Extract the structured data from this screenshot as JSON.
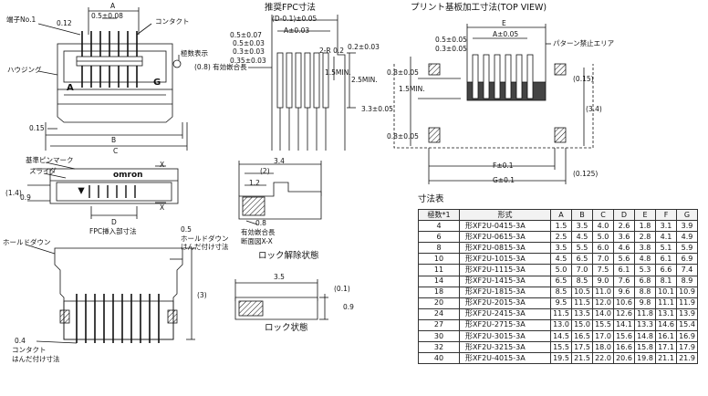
{
  "titles": {
    "fpc_recommended": "推奨FPC寸法",
    "pcb_processing": "プリント基板加工寸法(TOP VIEW)",
    "dimension_table": "寸法表",
    "lock_release": "ロック解除状態",
    "lock_state": "ロック状態"
  },
  "front_view": {
    "terminal_no1": "端子No.1",
    "contact": "コンタクト",
    "pole_count_display": "極数表示",
    "housing": "ハウジング",
    "mark_a": "A",
    "mark_g": "G",
    "dim_a": "A",
    "dim_pitch": "0.5±0.08",
    "dim_012": "0.12",
    "dim_015": "0.15",
    "dim_b": "B",
    "dim_c": "C"
  },
  "top_view": {
    "ref_pin_mark": "基準ピンマーク",
    "slider": "スライダ",
    "dim_14": "(1.4)",
    "dim_09": "0.9",
    "brand": "omron",
    "x_mark": "X",
    "dim_d": "D",
    "fpc_insert": "FPC挿入部寸法"
  },
  "bottom_view": {
    "hold_down": "ホールドダウン",
    "dim_05": "0.5",
    "hold_down_solder": "ホールドダウン",
    "hold_down_solder2": "はんだ付け寸法",
    "dim_3": "(3)",
    "dim_04": "0.4",
    "contact_solder": "コンタクト",
    "contact_solder2": "はんだ付け寸法"
  },
  "fpc": {
    "dim_d01": "(D-0.1)±0.05",
    "dim_05_007": "0.5±0.07",
    "dim_a003": "A±0.03",
    "dim_05_003": "0.5±0.03",
    "dim_03_003": "0.3±0.03",
    "dim_035_003": "0.35±0.03",
    "dim_2r02": "2-R 0.2",
    "dim_02_003": "0.2±0.03",
    "effective_len": "(0.8) 有効嵌合長",
    "dim_15min": "1.5MIN.",
    "dim_25min": "2.5MIN."
  },
  "pcb": {
    "dim_e": "E",
    "dim_a01": "A±0.05",
    "dim_05_005": "0.5±0.05",
    "dim_03_005": "0.3±0.05",
    "pattern_forbidden": "パターン禁止エリア",
    "dim_08_005a": "0.8±0.05",
    "dim_15min": "1.5MIN.",
    "dim_015": "(0.15)",
    "dim_33": "3.3±0.05",
    "dim_34": "(3.4)",
    "dim_08_005b": "0.8±0.05",
    "dim_f": "F±0.1",
    "dim_0125": "(0.125)",
    "dim_g": "G±0.1"
  },
  "lock_release": {
    "dim_34": "3.4",
    "dim_2": "(2)",
    "dim_12": "1.2",
    "dim_08": "0.8",
    "effective_len": "有効嵌合長",
    "section": "断面図X-X"
  },
  "lock_state": {
    "dim_35": "3.5",
    "dim_01": "(0.1)",
    "dim_09": "0.9"
  },
  "table": {
    "headers": [
      "極数*1",
      "形式",
      "A",
      "B",
      "C",
      "D",
      "E",
      "F",
      "G"
    ],
    "rows": [
      [
        "4",
        "形XF2U-0415-3A",
        "1.5",
        "3.5",
        "4.0",
        "2.6",
        "1.8",
        "3.1",
        "3.9"
      ],
      [
        "6",
        "形XF2U-0615-3A",
        "2.5",
        "4.5",
        "5.0",
        "3.6",
        "2.8",
        "4.1",
        "4.9"
      ],
      [
        "8",
        "形XF2U-0815-3A",
        "3.5",
        "5.5",
        "6.0",
        "4.6",
        "3.8",
        "5.1",
        "5.9"
      ],
      [
        "10",
        "形XF2U-1015-3A",
        "4.5",
        "6.5",
        "7.0",
        "5.6",
        "4.8",
        "6.1",
        "6.9"
      ],
      [
        "11",
        "形XF2U-1115-3A",
        "5.0",
        "7.0",
        "7.5",
        "6.1",
        "5.3",
        "6.6",
        "7.4"
      ],
      [
        "14",
        "形XF2U-1415-3A",
        "6.5",
        "8.5",
        "9.0",
        "7.6",
        "6.8",
        "8.1",
        "8.9"
      ],
      [
        "18",
        "形XF2U-1815-3A",
        "8.5",
        "10.5",
        "11.0",
        "9.6",
        "8.8",
        "10.1",
        "10.9"
      ],
      [
        "20",
        "形XF2U-2015-3A",
        "9.5",
        "11.5",
        "12.0",
        "10.6",
        "9.8",
        "11.1",
        "11.9"
      ],
      [
        "24",
        "形XF2U-2415-3A",
        "11.5",
        "13.5",
        "14.0",
        "12.6",
        "11.8",
        "13.1",
        "13.9"
      ],
      [
        "27",
        "形XF2U-2715-3A",
        "13.0",
        "15.0",
        "15.5",
        "14.1",
        "13.3",
        "14.6",
        "15.4"
      ],
      [
        "30",
        "形XF2U-3015-3A",
        "14.5",
        "16.5",
        "17.0",
        "15.6",
        "14.8",
        "16.1",
        "16.9"
      ],
      [
        "32",
        "形XF2U-3215-3A",
        "15.5",
        "17.5",
        "18.0",
        "16.6",
        "15.8",
        "17.1",
        "17.9"
      ],
      [
        "40",
        "形XF2U-4015-3A",
        "19.5",
        "21.5",
        "22.0",
        "20.6",
        "19.8",
        "21.1",
        "21.9"
      ]
    ]
  }
}
